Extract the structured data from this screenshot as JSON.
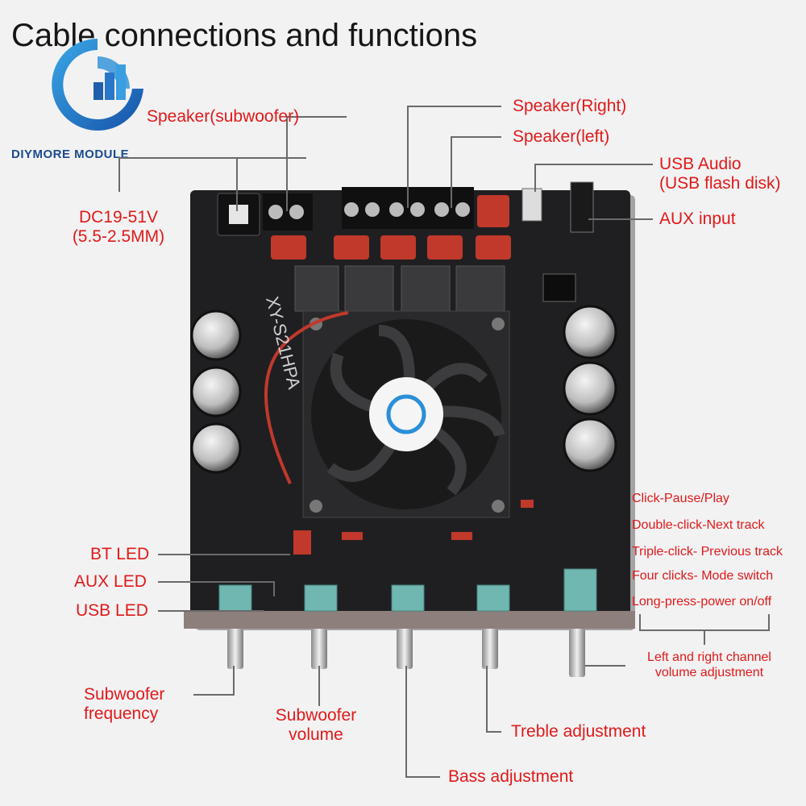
{
  "title": "Cable connections and functions",
  "brand": "DIYMORE MODULE",
  "labels": {
    "speaker_sub": "Speaker(subwoofer)",
    "speaker_right": "Speaker(Right)",
    "speaker_left": "Speaker(left)",
    "usb_audio_1": "USB Audio",
    "usb_audio_2": "(USB flash disk)",
    "aux_input": "AUX input",
    "dc_1": "DC19-51V",
    "dc_2": "(5.5-2.5MM)",
    "bt_led": "BT LED",
    "aux_led": "AUX LED",
    "usb_led": "USB LED",
    "sub_freq_1": "Subwoofer",
    "sub_freq_2": "frequency",
    "sub_vol_1": "Subwoofer",
    "sub_vol_2": "volume",
    "treble": "Treble adjustment",
    "bass": "Bass adjustment",
    "lr_1": "Left and right channel",
    "lr_2": "volume adjustment"
  },
  "functions": [
    "Click-Pause/Play",
    "Double-click-Next track",
    "Triple-click- Previous track",
    "Four clicks- Mode switch",
    "Long-press-power on/off"
  ],
  "board": {
    "model_text": "XY-S21HPA",
    "icons": [
      "power-jack-icon",
      "speaker-terminal-icon",
      "capacitor-icon",
      "fan-icon",
      "potentiometer-knob-icon",
      "bluetooth-chip-icon",
      "usb-port-icon",
      "audio-jack-icon"
    ]
  },
  "colors": {
    "accent": "#e11919",
    "board": "#1f1f22",
    "brand": "#1a4b8c"
  }
}
